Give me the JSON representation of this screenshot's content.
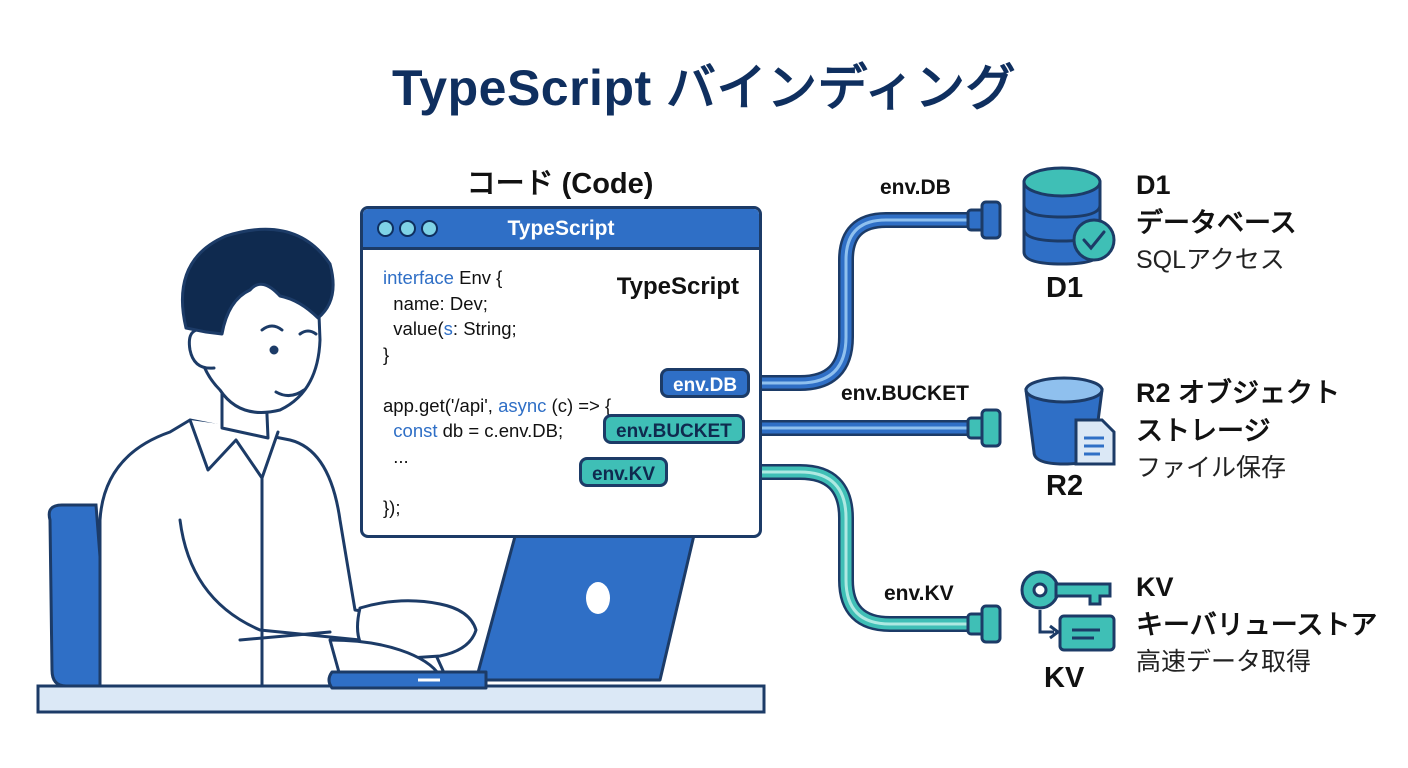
{
  "title": "TypeScript バインディング",
  "code": {
    "heading": "コード (Code)",
    "window_title": "TypeScript",
    "lang_label": "TypeScript",
    "lines": {
      "l1_kw": "interface",
      "l1_rest": " Env {",
      "l2": "  name: Dev;",
      "l3_a": "  value(",
      "l3_kw": "s",
      "l3_b": ": String;",
      "l4": "}",
      "l6_a": "app.get('/api', ",
      "l6_kw": "async",
      "l6_b": " (c) => {",
      "l7_kw": "  const",
      "l7_rest": " db = c.env.DB;",
      "l8": "  ...",
      "l10": "});"
    }
  },
  "bindings": {
    "db_chip": "env.DB",
    "bucket_chip": "env.BUCKET",
    "kv_chip": "env.KV",
    "db_cable_label": "env.DB",
    "bucket_cable_label": "env.BUCKET",
    "kv_cable_label": "env.KV"
  },
  "services": {
    "d1": {
      "tag": "D1",
      "name_line1": "D1",
      "name_line2": "データベース",
      "desc": "SQLアクセス",
      "icon": "database-check-icon"
    },
    "r2": {
      "tag": "R2",
      "name_line1": "R2 オブジェクト",
      "name_line2": "ストレージ",
      "desc": "ファイル保存",
      "icon": "bucket-file-icon"
    },
    "kv": {
      "tag": "KV",
      "name_line1": "KV",
      "name_line2": "キーバリューストア",
      "desc": "高速データ取得",
      "icon": "key-value-icon"
    }
  },
  "colors": {
    "primary_blue": "#2f6fc6",
    "teal": "#3fbfb6",
    "navy": "#1c3b67",
    "desk": "#dbe8f6"
  }
}
